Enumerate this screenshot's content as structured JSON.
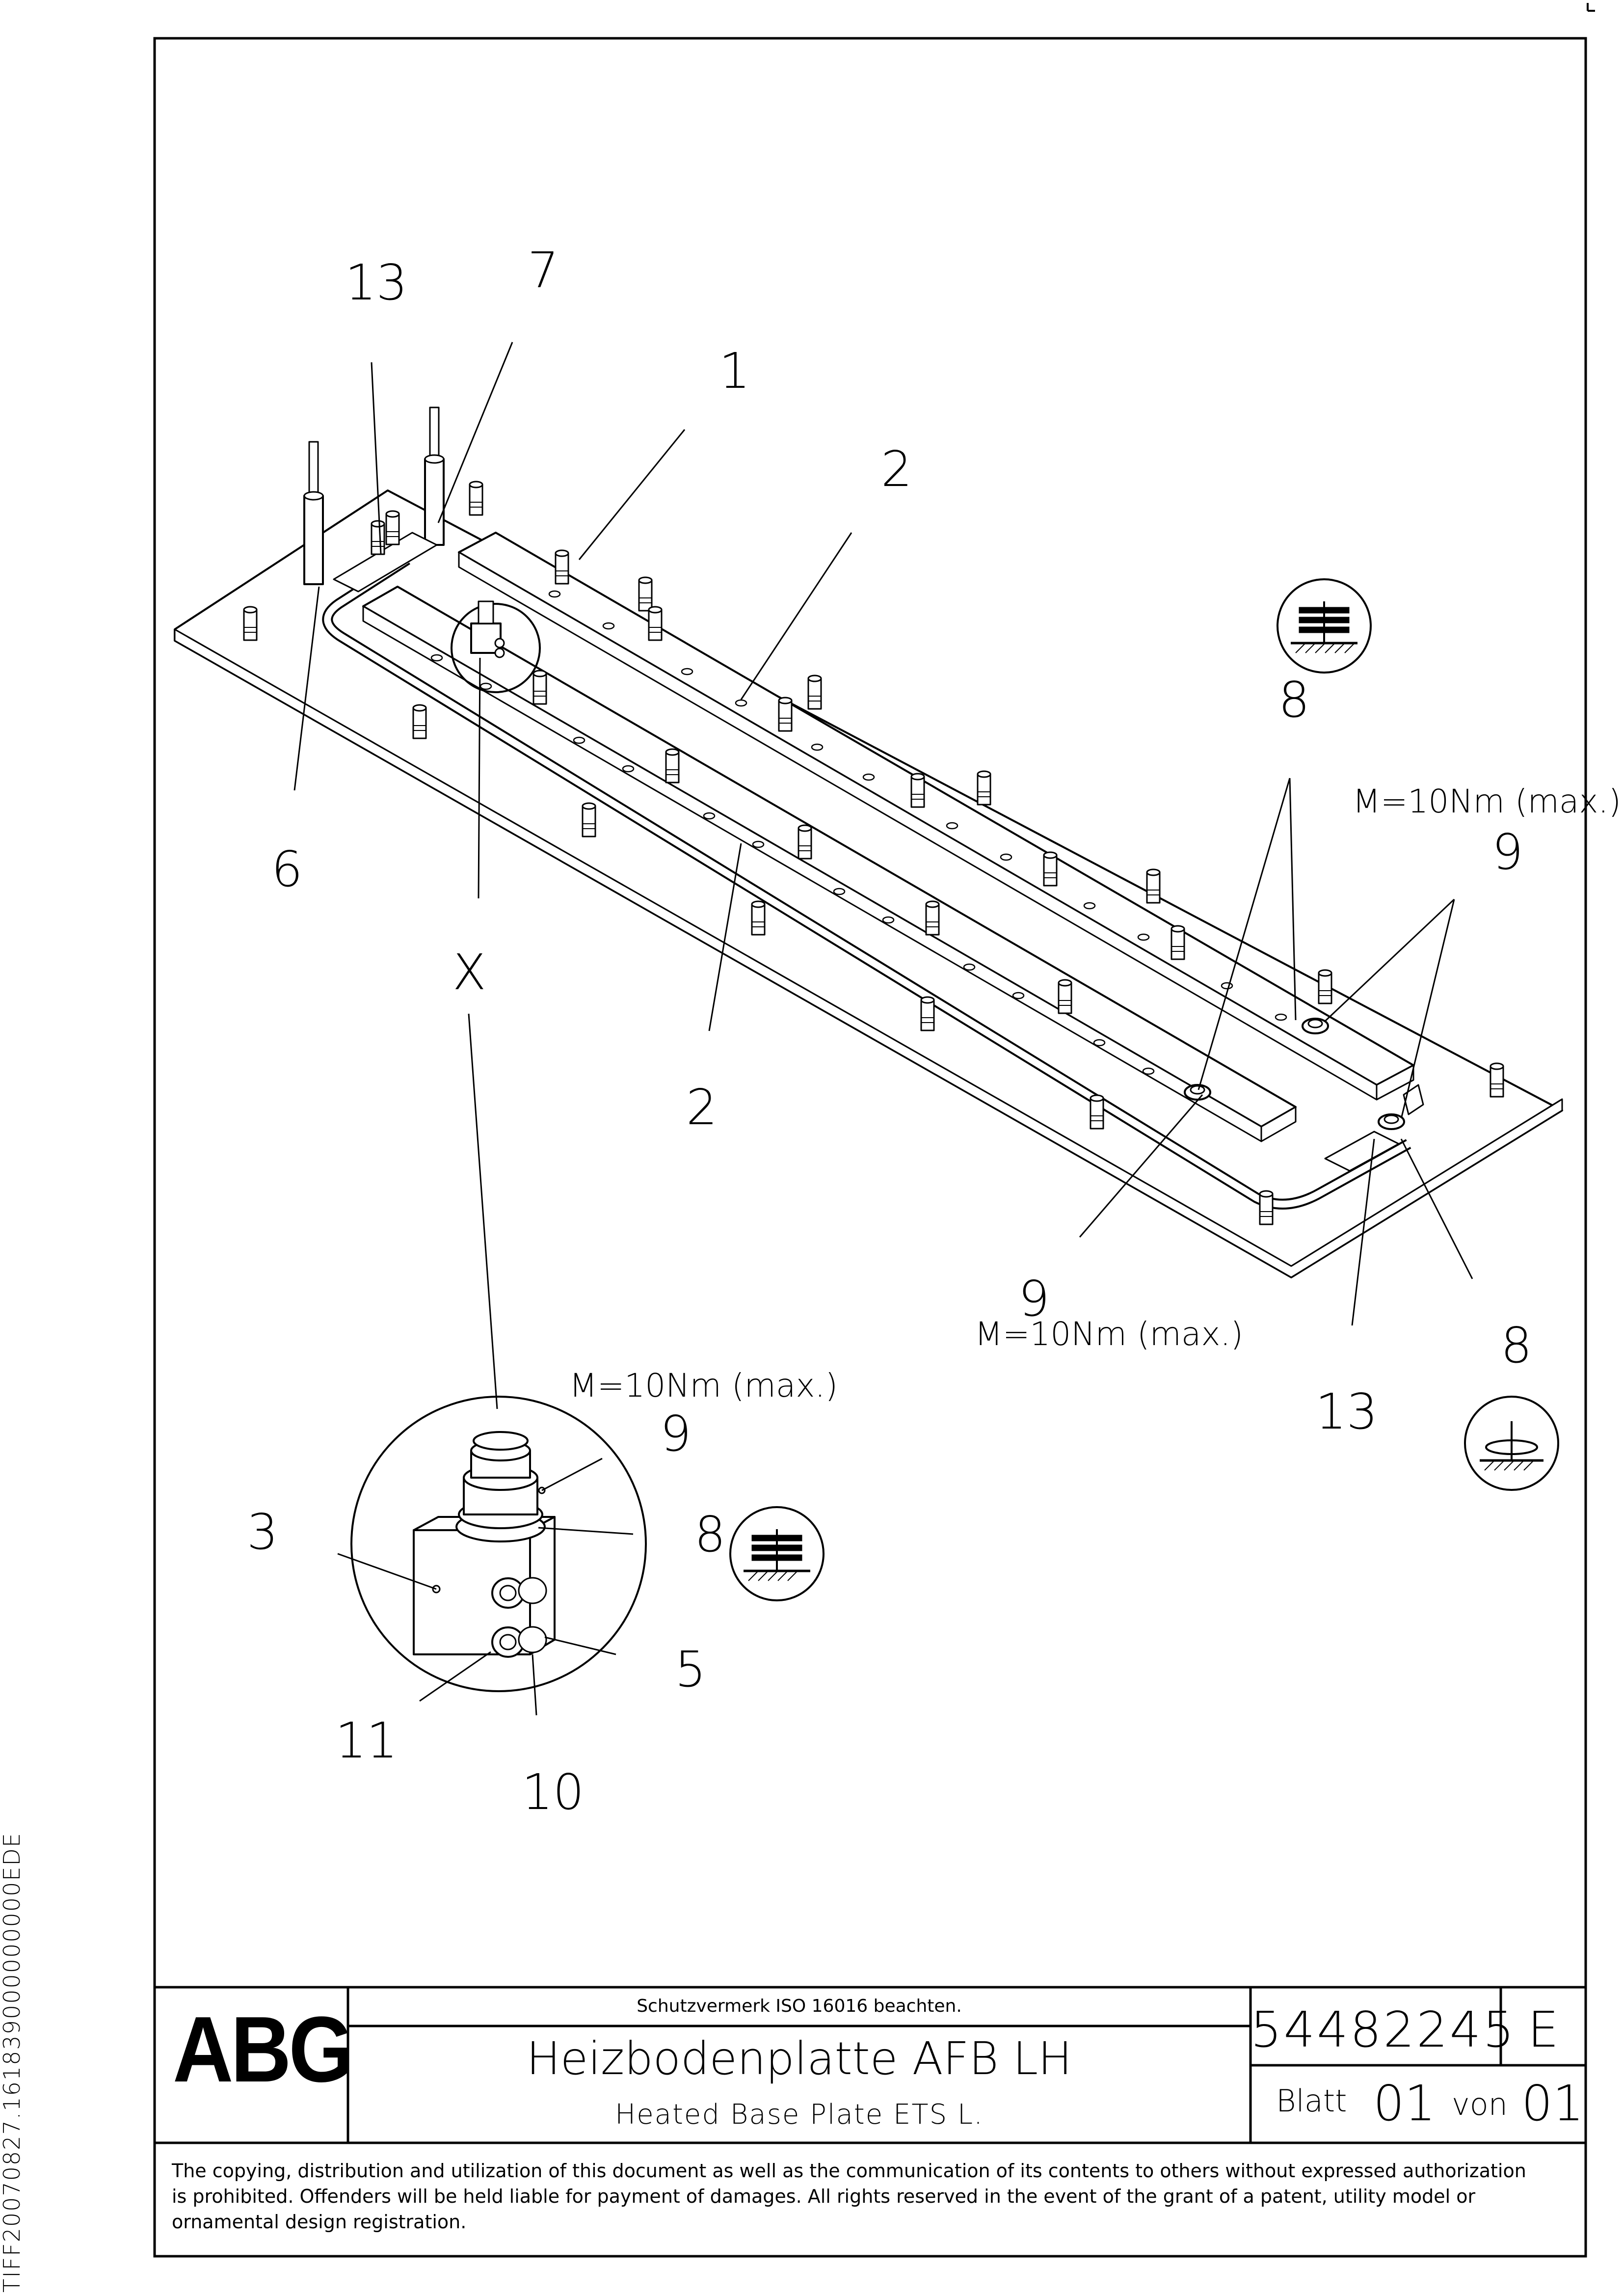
{
  "side_id": "TIFF20070827.161839000000000EDE",
  "callouts": {
    "c13a": "13",
    "c7": "7",
    "c1": "1",
    "c2a": "2",
    "c6": "6",
    "cX": "X",
    "c2b": "2",
    "c8a": "8",
    "c9a": "9",
    "c9b": "9",
    "c9c": "9",
    "c13b": "13",
    "c8b": "8",
    "c8c": "8",
    "c3": "3",
    "c5": "5",
    "c11": "11",
    "c10": "10"
  },
  "torque": {
    "t1": "M=10Nm (max.)",
    "t2": "M=10Nm (max.)",
    "t3": "M=10Nm (max.)"
  },
  "title_block": {
    "logo": "ABG",
    "protection_note": "Schutzvermerk ISO 16016 beachten.",
    "title_de": "Heizbodenplatte AFB LH",
    "title_en": "Heated Base Plate ETS L.",
    "drawing_number": "54482245",
    "revision": "E",
    "sheet_label": "Blatt",
    "sheet_number": "01",
    "of_label": "von",
    "sheet_total": "01"
  },
  "copyright": "The copying, distribution and utilization of this document as well as the communication of its contents to others without expressed authorization is prohibited. Offenders will be held liable for payment of damages. All rights reserved in the event of the grant of a patent, utility model or ornamental design registration.",
  "colors": {
    "line": "#000000",
    "background": "#ffffff"
  }
}
